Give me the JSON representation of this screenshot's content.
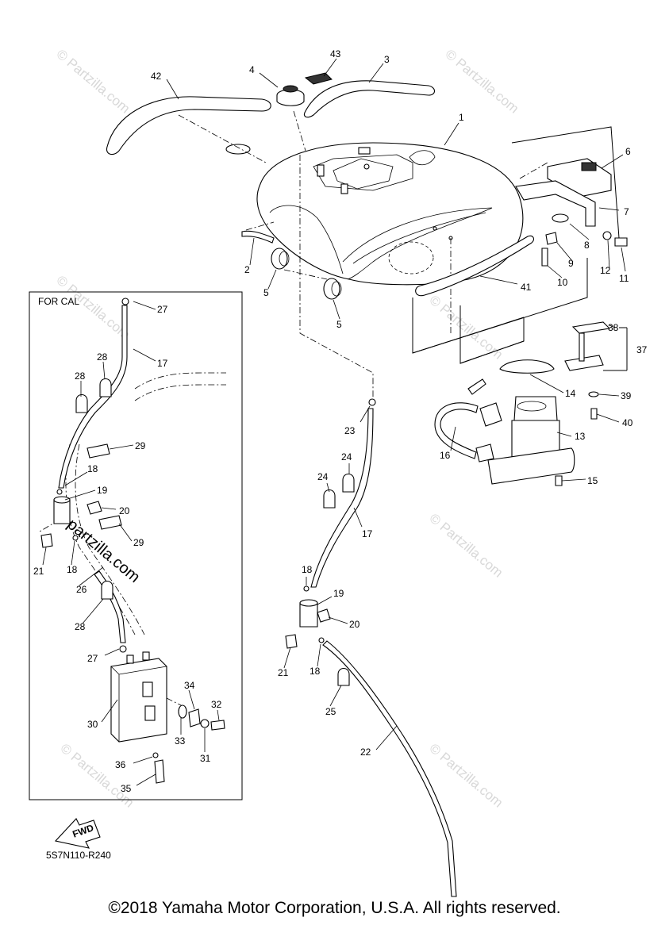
{
  "diagram": {
    "inset_label": "FOR CAL",
    "fwd_label": "FWD",
    "diagram_code": "5S7N110-R240",
    "watermark": "© Partzilla.com",
    "watermark_prominent": "© partzilla.com",
    "callouts": {
      "n1": "1",
      "n2": "2",
      "n3": "3",
      "n4": "4",
      "n5a": "5",
      "n5b": "5",
      "n6": "6",
      "n7": "7",
      "n8": "8",
      "n9": "9",
      "n10": "10",
      "n11": "11",
      "n12": "12",
      "n13": "13",
      "n14": "14",
      "n15": "15",
      "n16": "16",
      "n17a": "17",
      "n17b": "17",
      "n18a": "18",
      "n18b": "18",
      "n18c": "18",
      "n18d": "18",
      "n19a": "19",
      "n19b": "19",
      "n20a": "20",
      "n20b": "20",
      "n21a": "21",
      "n21b": "21",
      "n22": "22",
      "n23": "23",
      "n24a": "24",
      "n24b": "24",
      "n25": "25",
      "n26": "26",
      "n27a": "27",
      "n27b": "27",
      "n28a": "28",
      "n28b": "28",
      "n28c": "28",
      "n29a": "29",
      "n29b": "29",
      "n30": "30",
      "n31": "31",
      "n32": "32",
      "n33": "33",
      "n34": "34",
      "n35": "35",
      "n36": "36",
      "n37": "37",
      "n38": "38",
      "n39": "39",
      "n40": "40",
      "n41": "41",
      "n42": "42",
      "n43": "43"
    }
  },
  "copyright": "©2018 Yamaha Motor Corporation, U.S.A. All rights reserved."
}
